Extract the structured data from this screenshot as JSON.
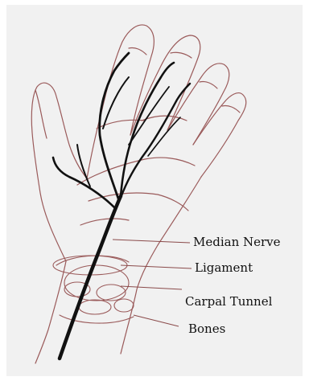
{
  "colors": {
    "background": "#f1f1f1",
    "outline": "#9a5a5a",
    "nerve": "#111111",
    "leader": "#8a4a4a"
  },
  "labels": {
    "median_nerve": "Median Nerve",
    "ligament": "Ligament",
    "carpal_tunnel": "Carpal Tunnel",
    "bones": "Bones"
  }
}
